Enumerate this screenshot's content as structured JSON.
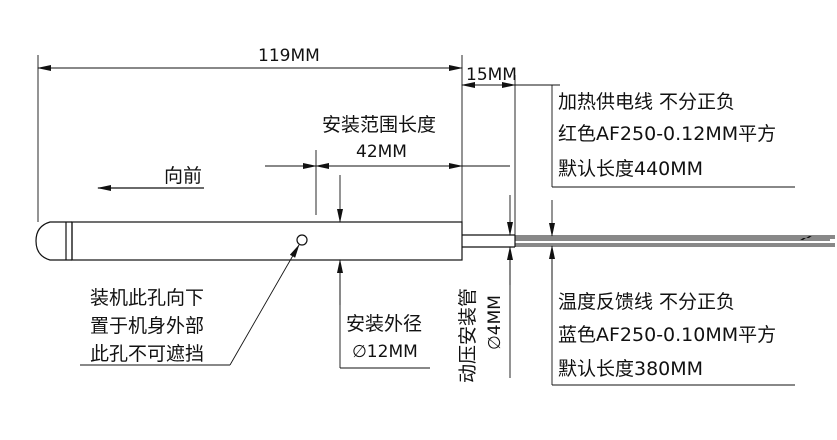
{
  "colors": {
    "ink": "#111111",
    "background": "#ffffff"
  },
  "dimensions": {
    "overall_length": "119MM",
    "protrusion": "15MM",
    "install_range_title": "安装范围长度",
    "install_range": "42MM",
    "outer_diameter_title": "安装外径",
    "outer_diameter": "∅12MM",
    "crimp_sleeve_title": "动压安装管",
    "crimp_sleeve": "∅4MM"
  },
  "direction_label": "向前",
  "hole_note": [
    "装机此孔向下",
    "置于机身外部",
    "此孔不可遮挡"
  ],
  "heater_wire": [
    "加热供电线  不分正负",
    "红色AF250-0.12MM平方",
    "默认长度440MM"
  ],
  "sensor_wire": [
    "温度反馈线  不分正负",
    "蓝色AF250-0.10MM平方",
    "默认长度380MM"
  ]
}
